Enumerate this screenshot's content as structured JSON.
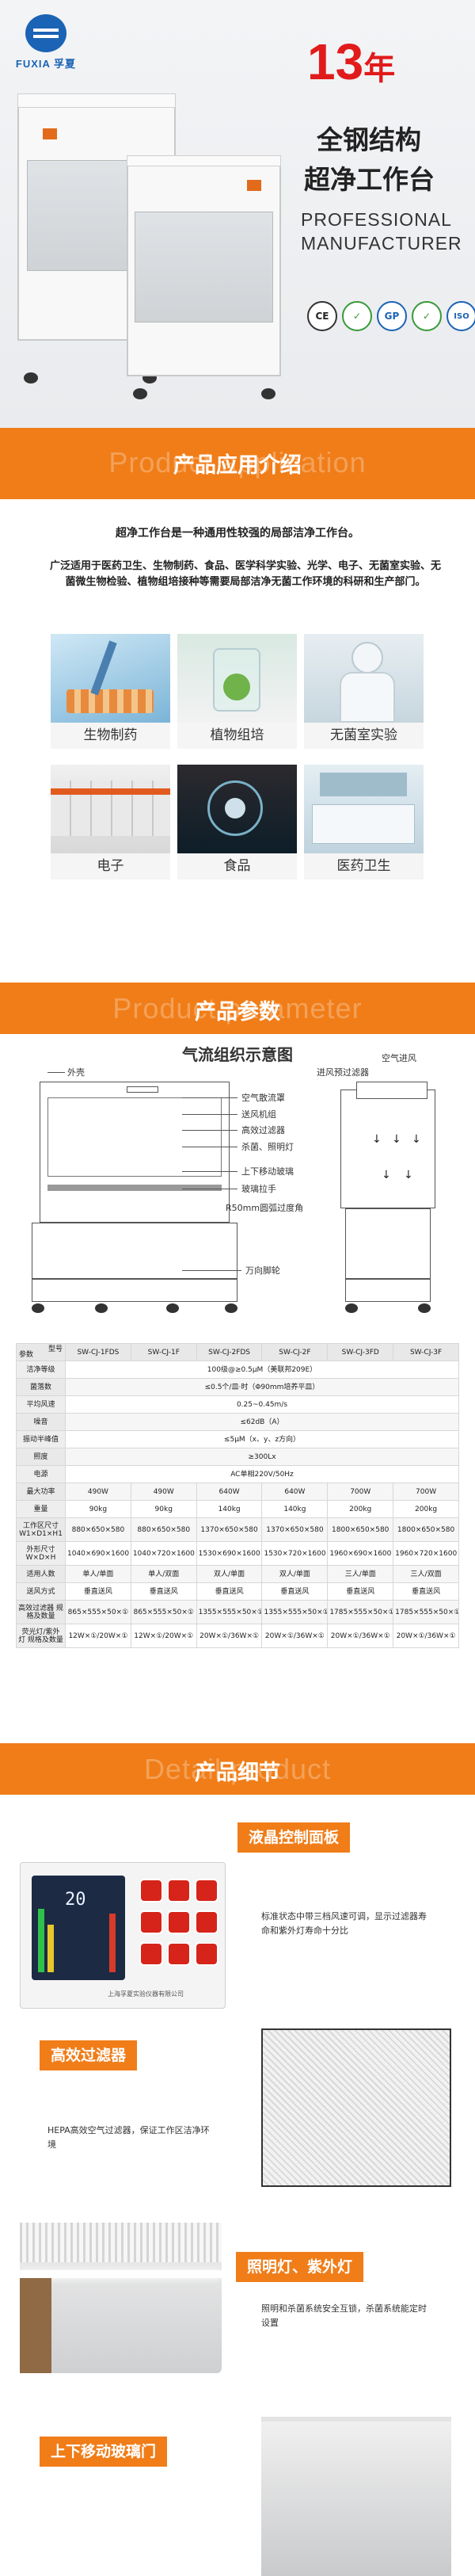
{
  "hero": {
    "logo_text": "FUXIA 孚夏",
    "year_number": "13",
    "year_unit": "年",
    "line1": "全钢结构",
    "line2": "超净工作台",
    "en_line1": "PROFESSIONAL",
    "en_line2": "MANUFACTURER",
    "certs": [
      "CE",
      "✓",
      "GP",
      "✓",
      "ISO"
    ]
  },
  "section_app": {
    "ghost": "Product application",
    "title": "产品应用介绍",
    "intro1": "超净工作台是一种通用性较强的局部洁净工作台。",
    "intro2": "广泛适用于医药卫生、生物制药、食品、医学科学实验、光学、电子、无菌室实验、无菌微生物检验、植物组培接种等需要局部洁净无菌工作环境的科研和生产部门。",
    "tiles": [
      "生物制药",
      "植物组培",
      "无菌室实验",
      "电子",
      "食品",
      "医药卫生"
    ]
  },
  "section_param": {
    "ghost": "Product parameter",
    "title": "产品参数"
  },
  "diagram": {
    "title": "气流组织示意图",
    "labels": {
      "outer_shell": "外壳",
      "air_uniform": "空气散流罩",
      "fan": "送风机组",
      "hepa": "高效过滤器",
      "lamp": "杀菌、照明灯",
      "glass": "上下移动玻璃",
      "handle": "玻璃拉手",
      "radius": "R50mm圆弧过度角",
      "caster": "万向脚轮",
      "prefilter": "进风预过滤器",
      "air_in": "空气进风"
    }
  },
  "spec_table": {
    "header": {
      "corner": "型号",
      "corner_sub": "参数",
      "models": [
        "SW-CJ-1FDS",
        "SW-CJ-1F",
        "SW-CJ-2FDS",
        "SW-CJ-2F",
        "SW-CJ-3FD",
        "SW-CJ-3F"
      ]
    },
    "rows": [
      {
        "label": "洁净等级",
        "span": "100级@≥0.5μM（美联邦209E）"
      },
      {
        "label": "菌落数",
        "span": "≤0.5个/皿·时（Φ90mm培养平皿）"
      },
      {
        "label": "平均风速",
        "span": "0.25~0.45m/s"
      },
      {
        "label": "噪音",
        "span": "≤62dB（A）"
      },
      {
        "label": "振动半峰值",
        "span": "≤5μM（x、y、z方向）"
      },
      {
        "label": "照度",
        "span": "≥300Lx"
      },
      {
        "label": "电源",
        "span": "AC单相220V/50Hz"
      },
      {
        "label": "最大功率",
        "cells": [
          "490W",
          "490W",
          "640W",
          "640W",
          "700W",
          "700W"
        ]
      },
      {
        "label": "重量",
        "cells": [
          "90kg",
          "90kg",
          "140kg",
          "140kg",
          "200kg",
          "200kg"
        ]
      },
      {
        "label": "工作区尺寸 W1×D1×H1",
        "cells": [
          "880×650×580",
          "880×650×580",
          "1370×650×580",
          "1370×650×580",
          "1800×650×580",
          "1800×650×580"
        ]
      },
      {
        "label": "外形尺寸 W×D×H",
        "cells": [
          "1040×690×1600",
          "1040×720×1600",
          "1530×690×1600",
          "1530×720×1600",
          "1960×690×1600",
          "1960×720×1600"
        ]
      },
      {
        "label": "适用人数",
        "cells": [
          "单人/单面",
          "单人/双面",
          "双人/单面",
          "双人/单面",
          "三人/单面",
          "三人/双面"
        ]
      },
      {
        "label": "送风方式",
        "cells": [
          "垂直送风",
          "垂直送风",
          "垂直送风",
          "垂直送风",
          "垂直送风",
          "垂直送风"
        ]
      },
      {
        "label": "高效过滤器 规格及数量",
        "cells": [
          "865×555×50×①",
          "865×555×50×①",
          "1355×555×50×①",
          "1355×555×50×①",
          "1785×555×50×①",
          "1785×555×50×①"
        ]
      },
      {
        "label": "荧光灯/紫外灯 规格及数量",
        "cells": [
          "12W×①/20W×①",
          "12W×①/20W×①",
          "20W×①/36W×①",
          "20W×①/36W×①",
          "20W×①/36W×①",
          "20W×①/36W×①"
        ]
      }
    ]
  },
  "section_detail": {
    "ghost": "Detail product",
    "title": "产品细节",
    "items": [
      {
        "title": "液晶控制面板",
        "desc": "标准状态中带三档风速可调，显示过滤器寿命和紫外灯寿命十分比"
      },
      {
        "title": "高效过滤器",
        "desc": "HEPA高效空气过滤器，保证工作区洁净环境"
      },
      {
        "title": "照明灯、紫外灯",
        "desc": "照明和杀菌系统安全互锁，杀菌系统能定时设置"
      },
      {
        "title": "上下移动玻璃门",
        "desc": ""
      }
    ],
    "panel_readout": "20",
    "panel_brand": "上海孚夏实验仪器有限公司"
  },
  "colors": {
    "accent": "#f07d18",
    "red": "#e11b1b",
    "brand_blue": "#1b63b4"
  }
}
